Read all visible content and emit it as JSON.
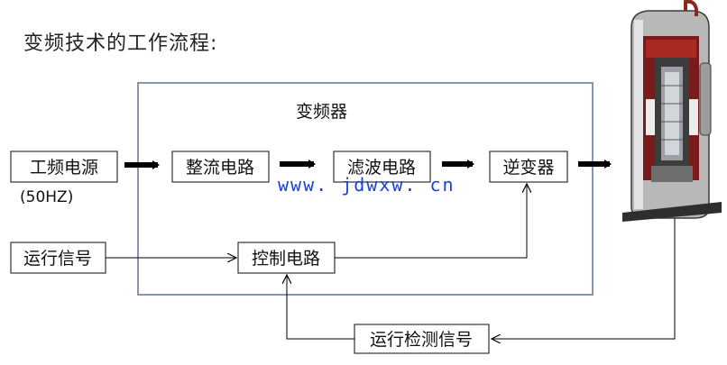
{
  "title": "变频技术的工作流程:",
  "watermark": "www. jdwxw. cn",
  "inverter_group_label": "变频器",
  "nodes": {
    "power": "工频电源",
    "power_note": "(50HZ)",
    "rectifier": "整流电路",
    "filter": "滤波电路",
    "inverter": "逆变器",
    "run_signal": "运行信号",
    "control": "控制电路",
    "feedback": "运行检测信号"
  },
  "colors": {
    "group_border": "#8496b0",
    "box_border": "#333333",
    "watermark": "#1a3fe0",
    "arrow": "#000000"
  }
}
